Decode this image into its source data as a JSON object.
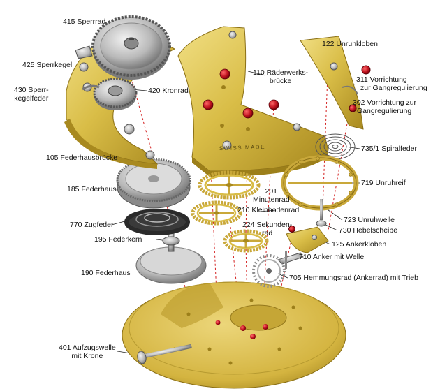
{
  "engraving": "SWISS MADE",
  "colors": {
    "brass": "#d9bd47",
    "brass_dark": "#a8891f",
    "brass_light": "#efdc7a",
    "steel": "#b9b9b9",
    "steel_dark": "#6f6f6f",
    "jewel": "#c0121f",
    "leader": "#d42020",
    "background": "#ffffff"
  },
  "labels": [
    {
      "id": "415",
      "lines": [
        "415 Sperrrad"
      ]
    },
    {
      "id": "425",
      "lines": [
        "425 Sperrkegel"
      ]
    },
    {
      "id": "430",
      "lines": [
        "430 Sperr-",
        "kegelfeder"
      ]
    },
    {
      "id": "420",
      "lines": [
        "420 Kronrad"
      ]
    },
    {
      "id": "110",
      "lines": [
        "110 Räderwerks-",
        "brücke"
      ]
    },
    {
      "id": "122",
      "lines": [
        "122 Unruhkloben"
      ]
    },
    {
      "id": "311",
      "lines": [
        "311 Vorrichtung",
        "zur Gangregulierung"
      ]
    },
    {
      "id": "302",
      "lines": [
        "302 Vorrichtung zur",
        "Gangregulierung"
      ]
    },
    {
      "id": "105",
      "lines": [
        "105 Federhausbrücke"
      ]
    },
    {
      "id": "735",
      "lines": [
        "735/1 Spiralfeder"
      ]
    },
    {
      "id": "185",
      "lines": [
        "185 Federhaus"
      ]
    },
    {
      "id": "201",
      "lines": [
        "201",
        "Minutenrad"
      ]
    },
    {
      "id": "719",
      "lines": [
        "719 Unruhreif"
      ]
    },
    {
      "id": "210",
      "lines": [
        "210 Kleinbodenrad"
      ]
    },
    {
      "id": "770",
      "lines": [
        "770 Zugfeder"
      ]
    },
    {
      "id": "224",
      "lines": [
        "224 Sekunden-",
        "rad"
      ]
    },
    {
      "id": "723",
      "lines": [
        "723 Unruhwelle"
      ]
    },
    {
      "id": "730",
      "lines": [
        "730 Hebelscheibe"
      ]
    },
    {
      "id": "195",
      "lines": [
        "195 Federkern"
      ]
    },
    {
      "id": "125",
      "lines": [
        "125 Ankerkloben"
      ]
    },
    {
      "id": "710",
      "lines": [
        "710 Anker mit Welle"
      ]
    },
    {
      "id": "190",
      "lines": [
        "190 Federhaus"
      ]
    },
    {
      "id": "705",
      "lines": [
        "705 Hemmungsrad (Ankerrad) mit Trieb"
      ]
    },
    {
      "id": "401",
      "lines": [
        "401 Aufzugswelle",
        "mit Krone"
      ]
    }
  ]
}
